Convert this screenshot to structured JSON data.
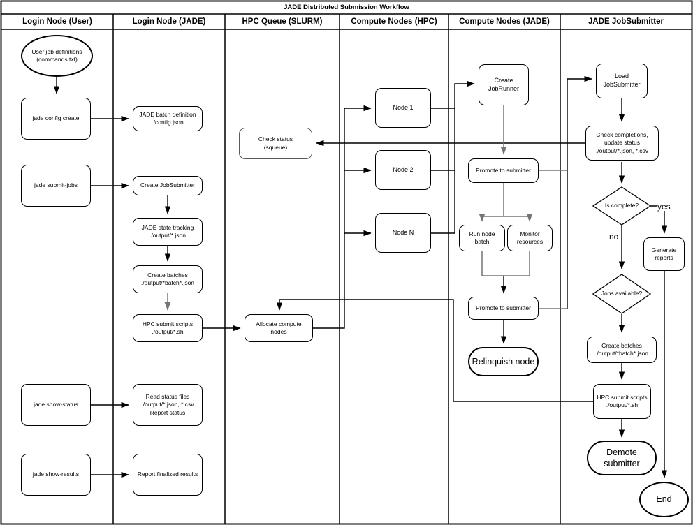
{
  "title": "JADE Distributed Submission Workflow",
  "lanes": [
    "Login Node (User)",
    "Login Node (JADE)",
    "HPC Queue (SLURM)",
    "Compute Nodes (HPC)",
    "Compute Nodes (JADE)",
    "JADE JobSubmitter"
  ],
  "nodes": {
    "user_job_definitions": "User job definitions\n(commands.txt)",
    "jade_config_create": "jade config create",
    "jade_submit_jobs": "jade submit-jobs",
    "jade_show_status": "jade show-status",
    "jade_show_results": "jade show-results",
    "jade_batch_definition": "JADE batch definition\n./config.json",
    "create_jobsubmitter": "Create JobSubmitter",
    "jade_state_tracking": "JADE state tracking\n./output/*.json",
    "create_batches_login": "Create batches\n./output/*batch*.json",
    "hpc_submit_scripts_login": "HPC submit scripts\n./output/*.sh",
    "read_status_files": "Read status files\n./output/*.json, *.csv\nReport status",
    "report_finalized_results": "Report finalized results",
    "check_status": "Check status\n(squeue)",
    "allocate_compute_nodes": "Allocate compute\nnodes",
    "node_1": "Node 1",
    "node_2": "Node 2",
    "node_n": "Node N",
    "create_jobrunner": "Create\nJobRunner",
    "promote_to_submitter_1": "Promote to submitter",
    "run_node_batch": "Run node\nbatch",
    "monitor_resources": "Monitor\nresources",
    "promote_to_submitter_2": "Promote to submitter",
    "relinquish_node": "Relinquish node",
    "load_jobsubmitter": "Load\nJobSubmitter",
    "check_completions": "Check completions,\nupdate status\n./output/*.json, *.csv",
    "is_complete": "Is complete?",
    "generate_reports": "Generate\nreports",
    "jobs_available": "Jobs available?",
    "create_batches_submitter": "Create batches\n./output/*batch*.json",
    "hpc_submit_scripts_submitter": "HPC submit scripts\n./output/*.sh",
    "demote_submitter": "Demote submitter",
    "end": "End"
  },
  "edge_labels": {
    "yes": "yes",
    "no": "no"
  },
  "colors": {
    "line": "#000000",
    "line_secondary": "#757575",
    "background": "#ffffff",
    "border": "#000000"
  }
}
